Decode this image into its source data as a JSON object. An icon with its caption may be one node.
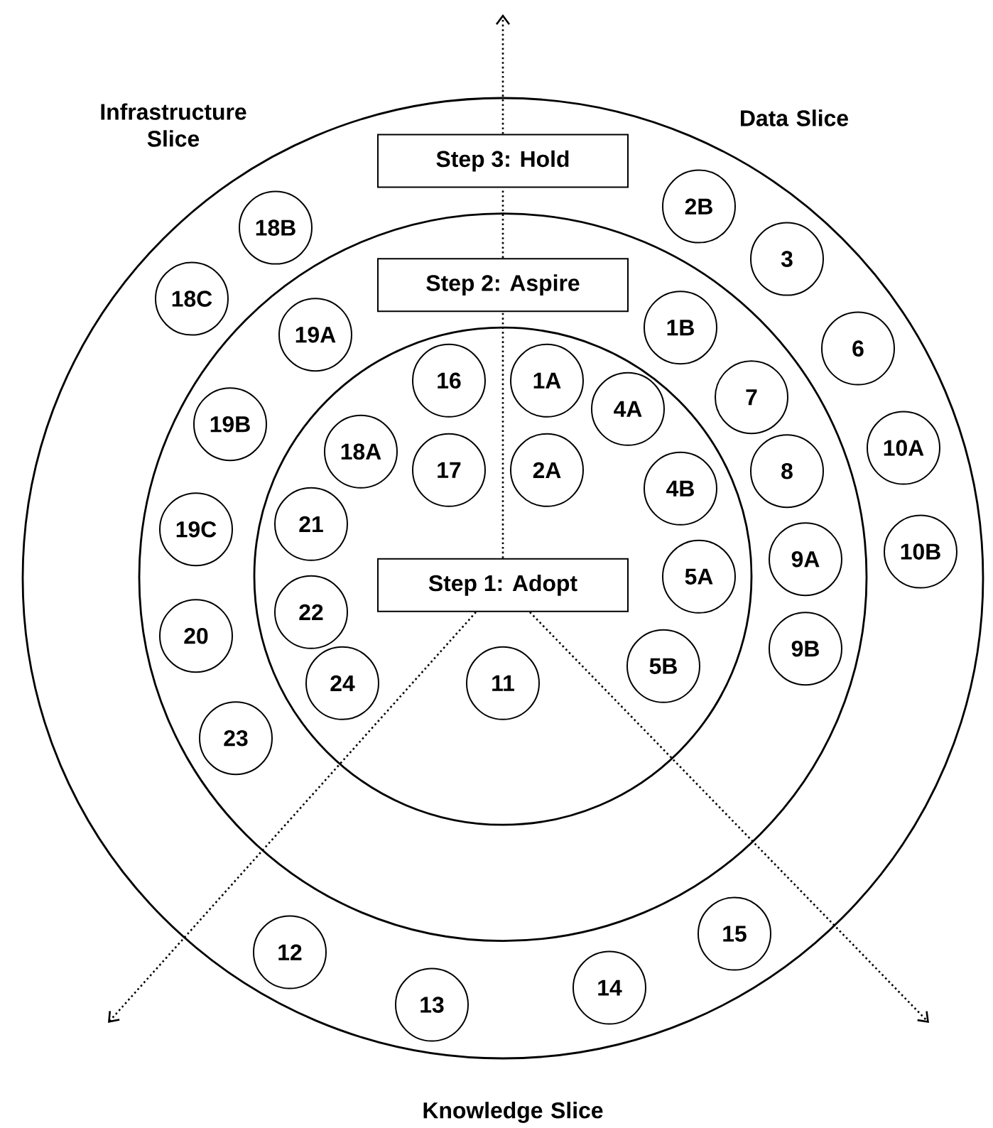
{
  "diagram": {
    "nodes": [
      {
        "text": [],
        "shape": "circle"
      },
      {
        "text": [],
        "shape": "circle",
        "in": 0
      },
      {
        "text": [],
        "shape": "circle",
        "in": 1
      },
      {
        "text": [
          "Step 3: Hold"
        ],
        "in": 0
      },
      {
        "text": [
          "Step 2: Aspire"
        ],
        "in": 1
      },
      {
        "text": [
          "Step 1: Adopt"
        ],
        "in": 2
      },
      {
        "text": [
          "2B"
        ],
        "in": 0
      },
      {
        "text": [
          "18B"
        ],
        "in": 0
      },
      {
        "text": [
          "3"
        ],
        "in": 0
      },
      {
        "text": [
          "18C"
        ],
        "in": 0
      },
      {
        "text": [
          "1B"
        ],
        "in": 1
      },
      {
        "text": [
          "19A"
        ],
        "in": 1
      },
      {
        "text": [
          "6"
        ],
        "in": 0
      },
      {
        "text": [
          "16"
        ],
        "in": 2
      },
      {
        "text": [
          "1A"
        ],
        "in": 2
      },
      {
        "text": [
          "7"
        ],
        "in": 1
      },
      {
        "text": [
          "4A"
        ],
        "in": 2
      },
      {
        "text": [
          "19B"
        ],
        "in": 1
      },
      {
        "text": [
          "10A"
        ],
        "in": 0
      },
      {
        "text": [
          "18A"
        ],
        "in": 2
      },
      {
        "text": [
          "17"
        ],
        "in": 2
      },
      {
        "text": [
          "2A"
        ],
        "in": 2
      },
      {
        "text": [
          "8"
        ],
        "in": 1
      },
      {
        "text": [
          "4B"
        ],
        "in": 2
      },
      {
        "text": [
          "21"
        ],
        "in": 2
      },
      {
        "text": [
          "19C"
        ],
        "in": 1
      },
      {
        "text": [
          "10B"
        ],
        "in": 0
      },
      {
        "text": [
          "9A"
        ],
        "in": 1
      },
      {
        "text": [
          "5A"
        ],
        "in": 2
      },
      {
        "text": [
          "22"
        ],
        "in": 2
      },
      {
        "text": [
          "20"
        ],
        "in": 1
      },
      {
        "text": [
          "9B"
        ],
        "in": 1
      },
      {
        "text": [
          "5B"
        ],
        "in": 2
      },
      {
        "text": [
          "24"
        ],
        "in": 2
      },
      {
        "text": [
          "11"
        ],
        "in": 2
      },
      {
        "text": [
          "23"
        ],
        "in": 1
      },
      {
        "text": [
          "15"
        ],
        "in": 0
      },
      {
        "text": [
          "12"
        ],
        "in": 0
      },
      {
        "text": [
          "14"
        ],
        "in": 0
      },
      {
        "text": [
          "13"
        ],
        "in": 0
      }
    ],
    "edges": [
      {
        "from": 5,
        "to": 4,
        "arrow": "none"
      },
      {
        "from": 4,
        "to": 3,
        "arrow": "none"
      },
      {
        "from": 3,
        "to": null,
        "arrow": "to"
      },
      {
        "from": 5,
        "to": null,
        "arrow": "to"
      },
      {
        "from": 5,
        "to": null,
        "arrow": "to"
      }
    ],
    "labels": [
      "Infrastructure Slice",
      "Data Slice",
      "Knowledge Slice"
    ]
  }
}
